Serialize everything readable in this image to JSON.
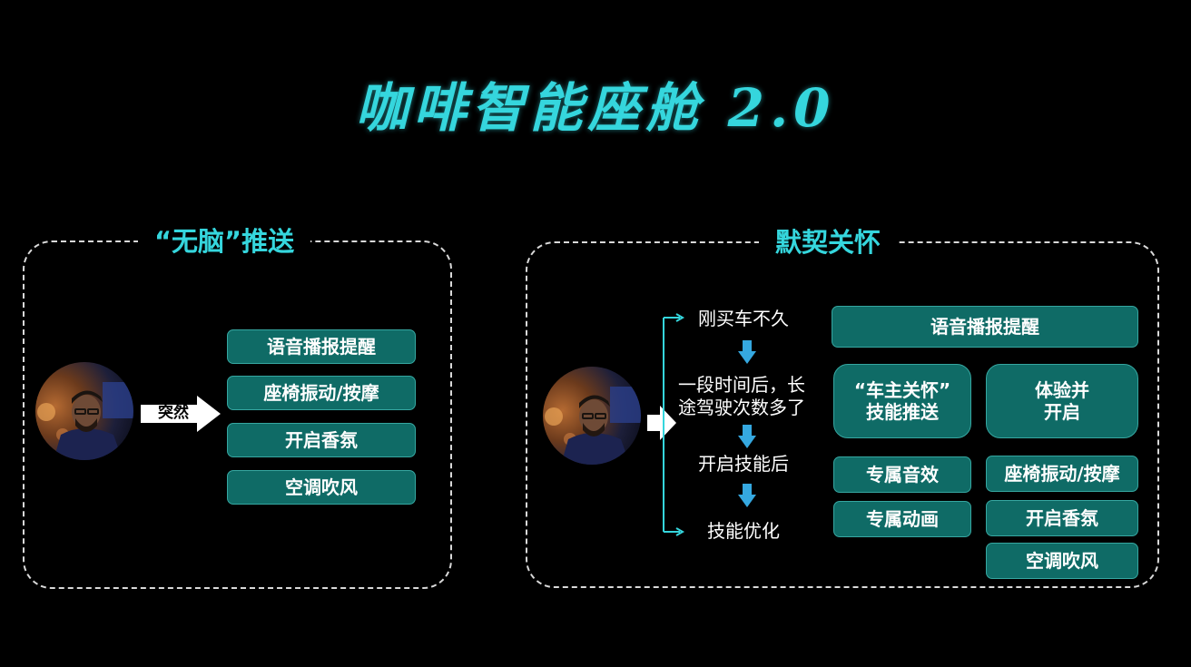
{
  "title": "咖啡智能座舱 2.0",
  "left_panel": {
    "title": "“无脑”推送",
    "arrow_label": "突然",
    "buttons": [
      "语音播报提醒",
      "座椅振动/按摩",
      "开启香氛",
      "空调吹风"
    ]
  },
  "right_panel": {
    "title": "默契关怀",
    "flow_steps": [
      "刚买车不久",
      "一段时间后，长\n途驾驶次数多了",
      "开启技能后",
      "技能优化"
    ],
    "top_button": "语音播报提醒",
    "card_left_top": "“车主关怀”\n技能推送",
    "card_right_top": "体验并\n开启",
    "left_buttons": [
      "专属音效",
      "专属动画"
    ],
    "right_buttons": [
      "座椅振动/按摩",
      "开启香氛",
      "空调吹风"
    ]
  },
  "colors": {
    "accent": "#35d6dd",
    "button_fill": "#0f6b66",
    "button_border": "#36a7a1",
    "background": "#000000"
  }
}
